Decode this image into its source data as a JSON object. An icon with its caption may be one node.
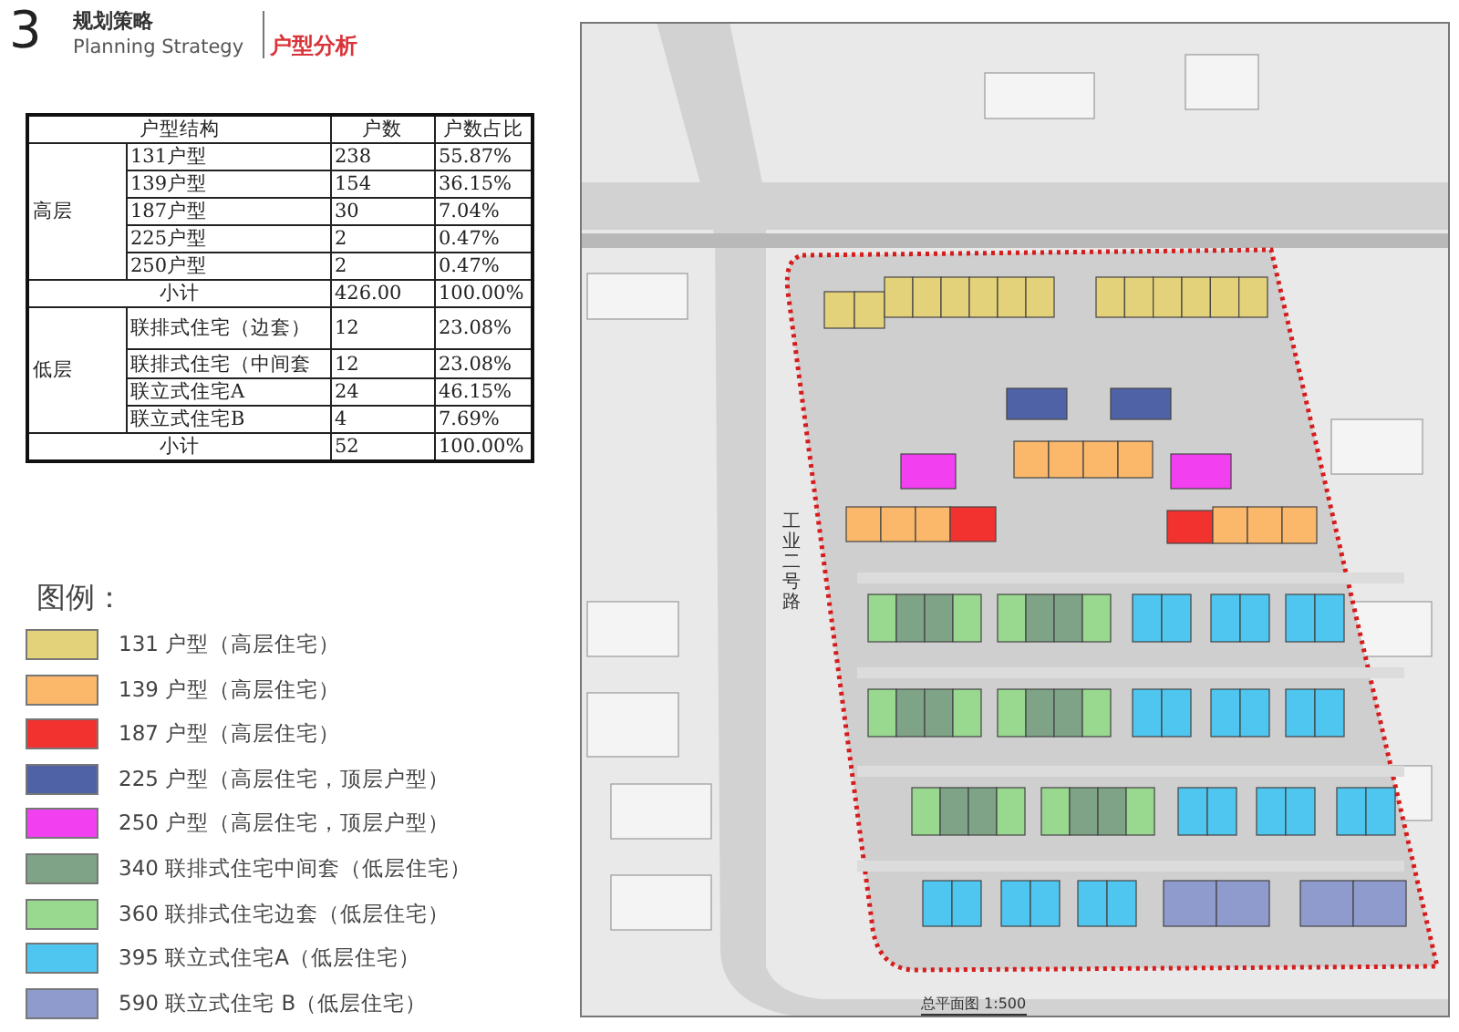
{
  "diagram": {
    "title": "户型分析",
    "labels": [
      "3",
      "规划策略",
      "Planning Strategy",
      "户型结构",
      "户数",
      "户数占比",
      "高层",
      "131户型",
      "238",
      "55.87%",
      "139户型",
      "154",
      "36.15%",
      "187户型",
      "30",
      "7.04%",
      "225户型",
      "2",
      "0.47%",
      "250户型",
      "2",
      "0.47%",
      "小计",
      "426.00",
      "100.00%",
      "低层",
      "联排式住宅（边套）",
      "12",
      "23.08%",
      "联排式住宅（中间套",
      "12",
      "23.08%",
      "联立式住宅A",
      "24",
      "46.15%",
      "联立式住宅B",
      "4",
      "7.69%",
      "小计",
      "52",
      "100.00%",
      "图例：",
      "工业二号路",
      "总平面图 1:500"
    ],
    "legend": [
      {
        "text": "131 户型（高层住宅）",
        "color": "#e3d27a"
      },
      {
        "text": "139 户型（高层住宅）",
        "color": "#fbb86a"
      },
      {
        "text": "187 户型（高层住宅）",
        "color": "#f2322f"
      },
      {
        "text": "225 户型（高层住宅，顶层户型）",
        "color": "#4f62a6"
      },
      {
        "text": "250 户型（高层住宅，顶层户型）",
        "color": "#f23ff0"
      },
      {
        "text": "340 联排式住宅中间套（低层住宅）",
        "color": "#7fa387"
      },
      {
        "text": "360 联排式住宅边套（低层住宅）",
        "color": "#98d88f"
      },
      {
        "text": "395 联立式住宅A（低层住宅）",
        "color": "#4fc6ef"
      },
      {
        "text": "590 联立式住宅 B（低层住宅）",
        "color": "#8e9bcc"
      }
    ]
  }
}
